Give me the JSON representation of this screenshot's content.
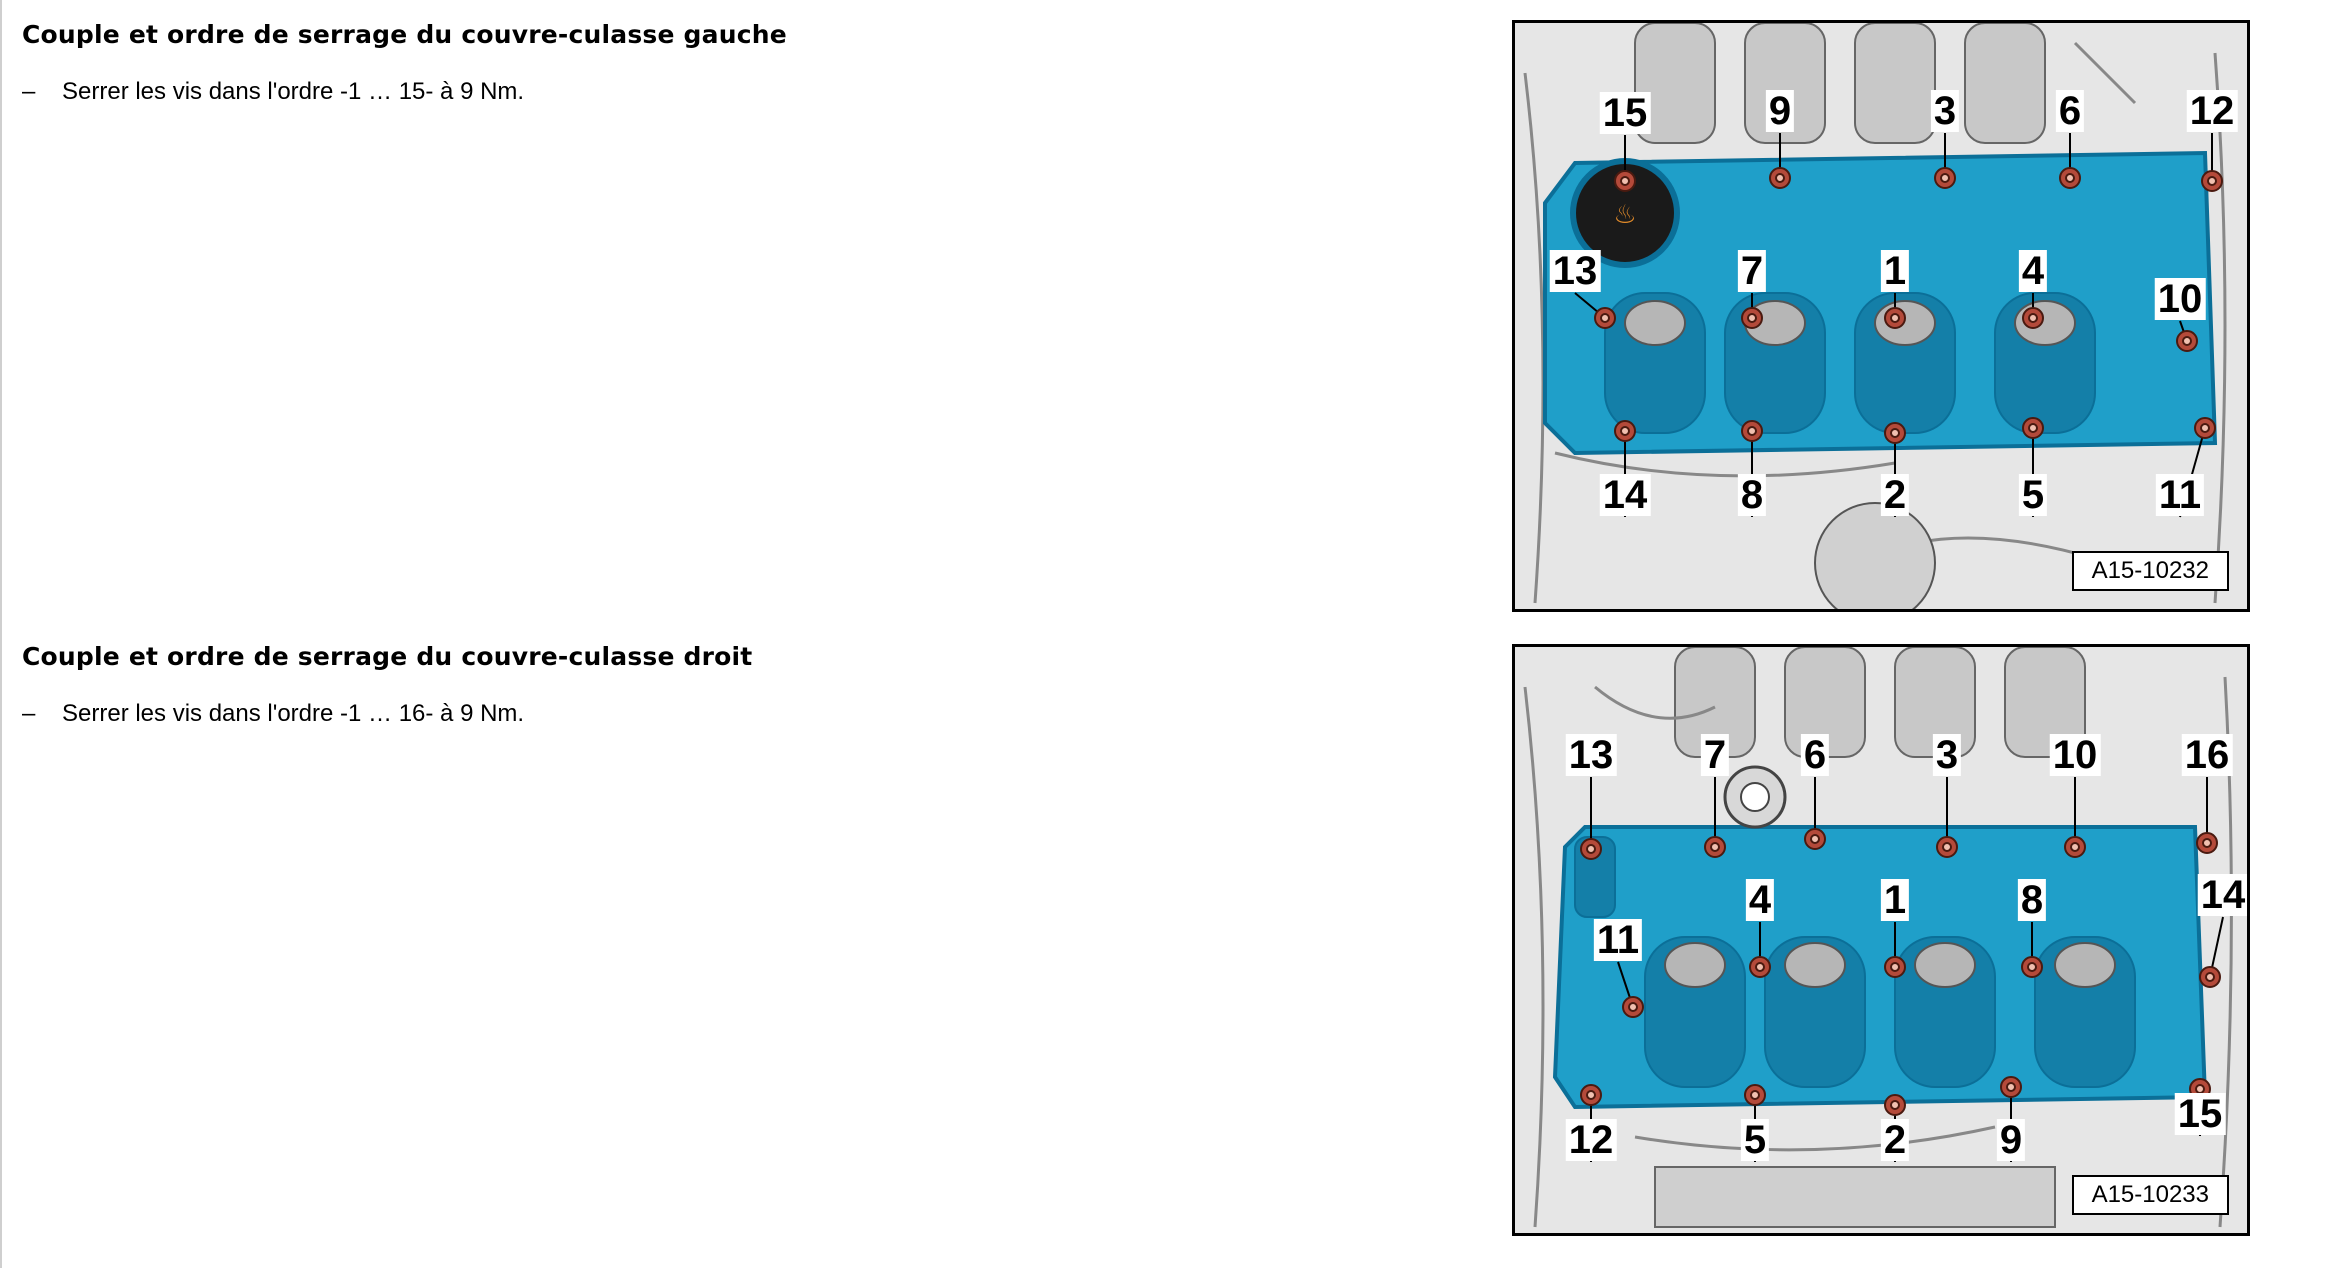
{
  "sections": [
    {
      "heading": "Couple et ordre de serrage du couvre-culasse gauche",
      "step": "Serrer les vis dans l'ordre -1 … 15- à 9 Nm.",
      "step_marker": "–",
      "figure": {
        "code": "A15-10232",
        "bolt_labels": [
          "15",
          "9",
          "3",
          "6",
          "12",
          "13",
          "7",
          "1",
          "4",
          "10",
          "14",
          "8",
          "2",
          "5",
          "11"
        ]
      }
    },
    {
      "heading": "Couple et ordre de serrage du couvre-culasse droit",
      "step": "Serrer les vis dans l'ordre -1 … 16- à 9 Nm.",
      "step_marker": "–",
      "figure": {
        "code": "A15-10233",
        "bolt_labels": [
          "13",
          "7",
          "6",
          "3",
          "10",
          "16",
          "4",
          "1",
          "8",
          "14",
          "11",
          "12",
          "5",
          "2",
          "9",
          "15"
        ]
      }
    }
  ],
  "colors": {
    "cover": "#1f9fc9",
    "cover_dark": "#0b6f98",
    "bolt": "#b44a3a",
    "engine_gray": "#d9d9d9"
  }
}
